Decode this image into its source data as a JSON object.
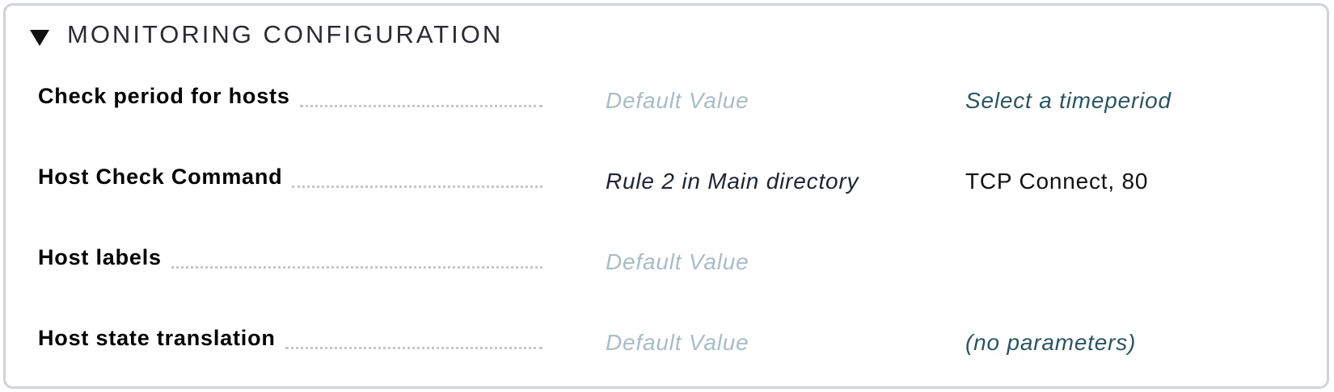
{
  "section": {
    "title": "MONITORING CONFIGURATION"
  },
  "rows": [
    {
      "label": "Check period for hosts",
      "origin": "Default Value",
      "value": "Select a timeperiod"
    },
    {
      "label": "Host Check Command",
      "origin": "Rule 2 in Main directory",
      "value": "TCP Connect, 80"
    },
    {
      "label": "Host labels",
      "origin": "Default Value",
      "value": ""
    },
    {
      "label": "Host state translation",
      "origin": "Default Value",
      "value": "(no parameters)"
    }
  ],
  "colors": {
    "muted_text": "#a9bcc6",
    "link_text": "#2b5560",
    "border": "#cfd3dc"
  }
}
